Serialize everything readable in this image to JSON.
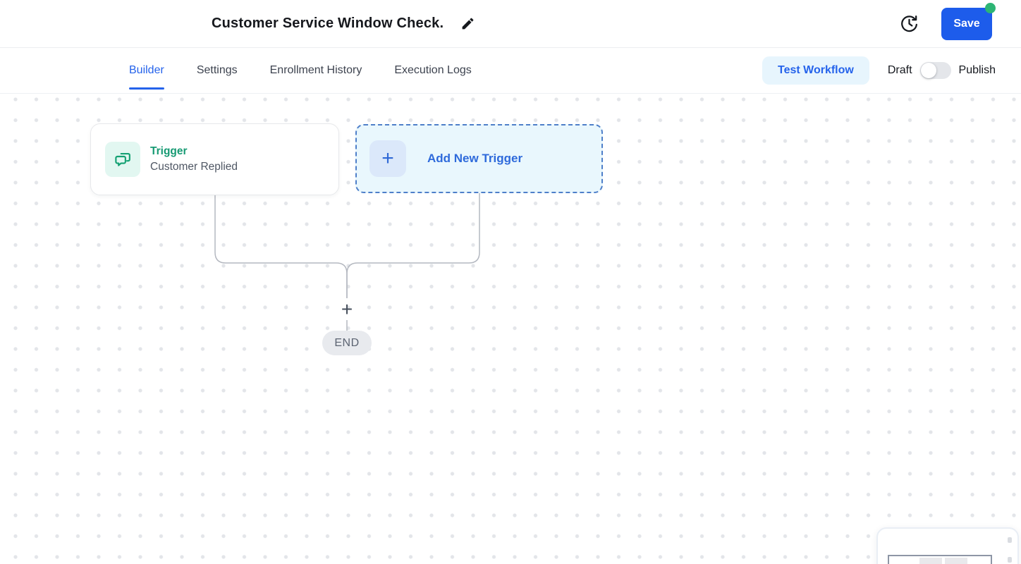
{
  "header": {
    "title": "Customer Service Window Check.",
    "save_label": "Save",
    "has_unsaved_changes_badge": true
  },
  "tabs": {
    "builder": "Builder",
    "settings": "Settings",
    "enrollment_history": "Enrollment History",
    "execution_logs": "Execution Logs",
    "active_tab": "Builder"
  },
  "toolbar": {
    "test_workflow_label": "Test Workflow",
    "draft_label": "Draft",
    "publish_label": "Publish",
    "publish_toggle_state": "off"
  },
  "canvas": {
    "trigger_node": {
      "title": "Trigger",
      "subtitle": "Customer Replied"
    },
    "add_trigger_label": "Add New Trigger",
    "plus_symbol": "+",
    "end_label": "END"
  },
  "icons": {
    "edit": "pencil-icon",
    "history": "version-history-clock-icon",
    "trigger": "chat-bubbles-icon",
    "add": "plus-icon"
  },
  "colors": {
    "accent_blue": "#2563eb",
    "save_button_blue": "#1d5ceb",
    "badge_green": "#2db574",
    "trigger_green": "#169a73",
    "test_workflow_bg": "#e7f5fd",
    "add_card_bg": "#e9f7fd",
    "add_card_border": "#4e7fc9",
    "canvas_dot": "#e3e5e9",
    "connector_gray": "#b4b8c0"
  }
}
